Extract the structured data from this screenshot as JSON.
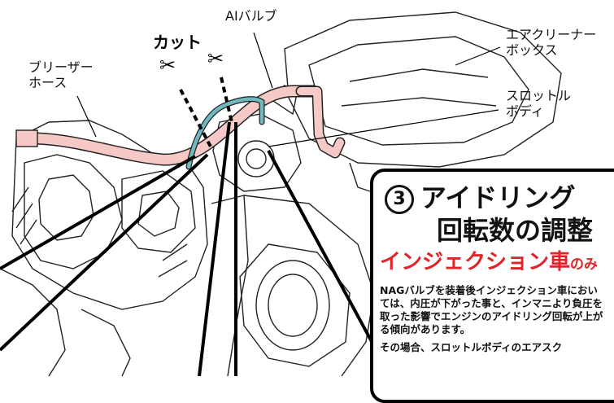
{
  "labels": {
    "breather_hose": [
      "ブリーザー",
      "ホース"
    ],
    "cut": "カット",
    "ai_valve": "AIバルブ",
    "air_cleaner_box": [
      "エアクリーナー",
      "ボックス"
    ],
    "throttle_body": [
      "スロットル",
      "ボディ"
    ]
  },
  "icons": {
    "scissors": "scissors-icon"
  },
  "colors": {
    "hose_pink": "#f6c9c6",
    "pipe_blue": "#6fb8bd",
    "subtitle_red": "#e0242a"
  },
  "panel": {
    "number": "3",
    "title_line1": "アイドリング",
    "title_line2": "回転数の調整",
    "subtitle": "インジェクション車",
    "subtitle_suffix": "のみ",
    "body_paragraph1": "NAGバルブを装着後インジェクション車においては、内圧が下がった事と、インマニより負圧を取った影響でエンジンのアイドリング回転が上がる傾向があります。",
    "body_paragraph2": "その場合、スロットルボディのエアスク"
  }
}
